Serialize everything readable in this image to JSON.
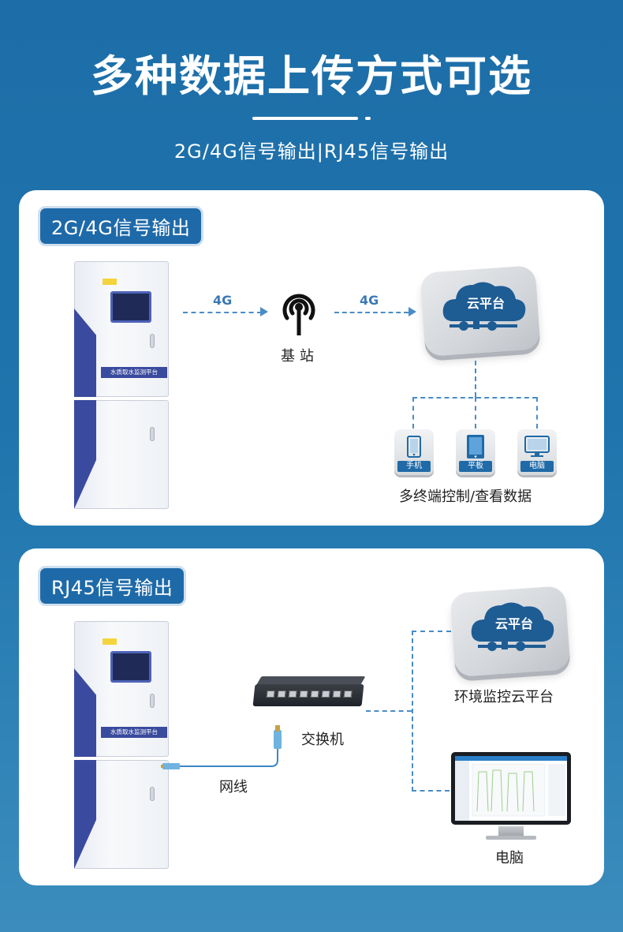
{
  "header": {
    "title": "多种数据上传方式可选",
    "subtitle": "2G/4G信号输出|RJ45信号输出"
  },
  "panel1": {
    "tag": "2G/4G信号输出",
    "cabinet_label": "水质取水监测平台",
    "link_label_1": "4G",
    "link_label_2": "4G",
    "station_label": "基站",
    "cloud_label": "云平台",
    "devices": [
      {
        "label": "手机",
        "icon": "phone-icon"
      },
      {
        "label": "平板",
        "icon": "tablet-icon"
      },
      {
        "label": "电脑",
        "icon": "desktop-icon"
      }
    ],
    "devices_caption": "多终端控制/查看数据"
  },
  "panel2": {
    "tag": "RJ45信号输出",
    "cabinet_label": "水质取水监测平台",
    "cable_label": "网线",
    "switch_label": "交换机",
    "cloud_label": "云平台",
    "cloud_caption": "环境监控云平台",
    "computer_caption": "电脑"
  },
  "colors": {
    "background": "#1d6ea8",
    "accent": "#1e6aa9",
    "dashed_line": "#4a8cc7",
    "cabinet_stripe": "#3a4a9e"
  }
}
